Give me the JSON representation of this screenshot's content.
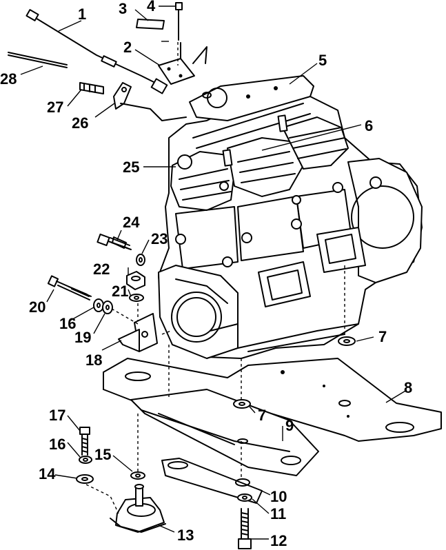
{
  "callouts": [
    {
      "id": "1",
      "label": "1"
    },
    {
      "id": "2",
      "label": "2"
    },
    {
      "id": "3",
      "label": "3"
    },
    {
      "id": "4",
      "label": "4"
    },
    {
      "id": "5",
      "label": "5"
    },
    {
      "id": "6",
      "label": "6"
    },
    {
      "id": "7a",
      "label": "7"
    },
    {
      "id": "7b",
      "label": "7"
    },
    {
      "id": "8",
      "label": "8"
    },
    {
      "id": "9",
      "label": "9"
    },
    {
      "id": "10",
      "label": "10"
    },
    {
      "id": "11",
      "label": "11"
    },
    {
      "id": "12",
      "label": "12"
    },
    {
      "id": "13",
      "label": "13"
    },
    {
      "id": "14",
      "label": "14"
    },
    {
      "id": "15",
      "label": "15"
    },
    {
      "id": "16a",
      "label": "16"
    },
    {
      "id": "16b",
      "label": "16"
    },
    {
      "id": "17",
      "label": "17"
    },
    {
      "id": "18",
      "label": "18"
    },
    {
      "id": "19",
      "label": "19"
    },
    {
      "id": "20",
      "label": "20"
    },
    {
      "id": "21",
      "label": "21"
    },
    {
      "id": "22",
      "label": "22"
    },
    {
      "id": "23",
      "label": "23"
    },
    {
      "id": "24",
      "label": "24"
    },
    {
      "id": "25",
      "label": "25"
    },
    {
      "id": "26",
      "label": "26"
    },
    {
      "id": "27",
      "label": "27"
    },
    {
      "id": "28",
      "label": "28"
    }
  ]
}
